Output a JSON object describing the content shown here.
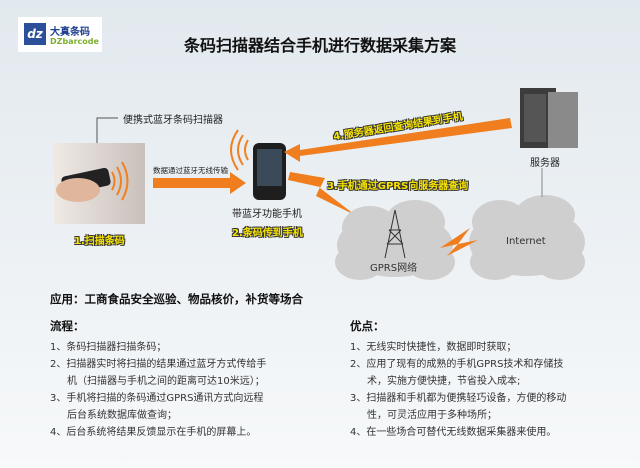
{
  "logo": {
    "cn": "大真条码",
    "en": "DZbarcode",
    "mark": "dz"
  },
  "title": "条码扫描器结合手机进行数据采集方案",
  "diagram": {
    "scanner_label": "便携式蓝牙条码扫描器",
    "bluetooth_label": "数据通过蓝牙无线传输",
    "phone_label": "带蓝牙功能手机",
    "server_label": "服务器",
    "gprs_label": "GPRS网络",
    "internet_label": "Internet",
    "steps": [
      "1.扫描条码",
      "2.条码传到手机",
      "3.手机通过GPRS向服务器查询",
      "4.服务器返回查询结果到手机"
    ]
  },
  "application": "应用：工商食品安全巡验、物品核价，补货等场合",
  "process": {
    "heading": "流程：",
    "items": [
      "1、条码扫描器扫描条码；",
      "2、扫描器实时将扫描的结果通过蓝牙方式传给手",
      "机（扫描器与手机之间的距离可达10米远）；",
      "3、手机将扫描的条码通过GPRS通讯方式向远程",
      "后台系统数据库做查询；",
      "4、后台系统将结果反馈显示在手机的屏幕上。"
    ]
  },
  "advantages": {
    "heading": "优点：",
    "items": [
      "1、无线实时快捷性，数据即时获取；",
      "2、应用了现有的成熟的手机GPRS技术和存储技",
      "术，实施方便快捷，节省投入成本;",
      "3、扫描器和手机都为便携轻巧设备，方便的移动",
      "性，可灵活应用于多种场所；",
      "4、在一些场合可替代无线数据采集器来使用。"
    ]
  }
}
